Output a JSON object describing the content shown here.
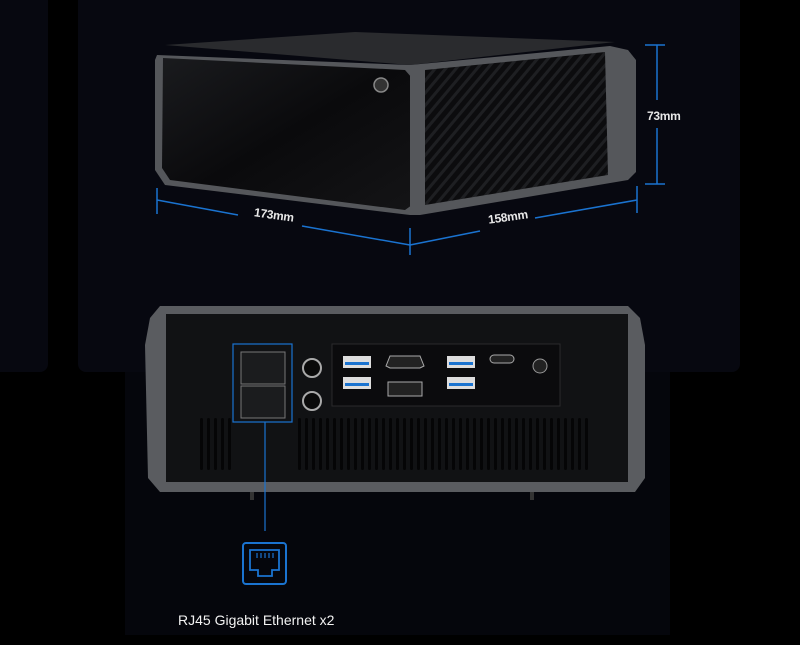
{
  "dimensions": {
    "width": "173mm",
    "depth": "158mm",
    "height": "73mm"
  },
  "callout": {
    "label": "RJ45 Gigabit Ethernet x2",
    "icon": "ethernet-port-icon"
  },
  "colors": {
    "accent": "#1a73d0",
    "background": "#000000",
    "chassis": "#5a5c60"
  }
}
